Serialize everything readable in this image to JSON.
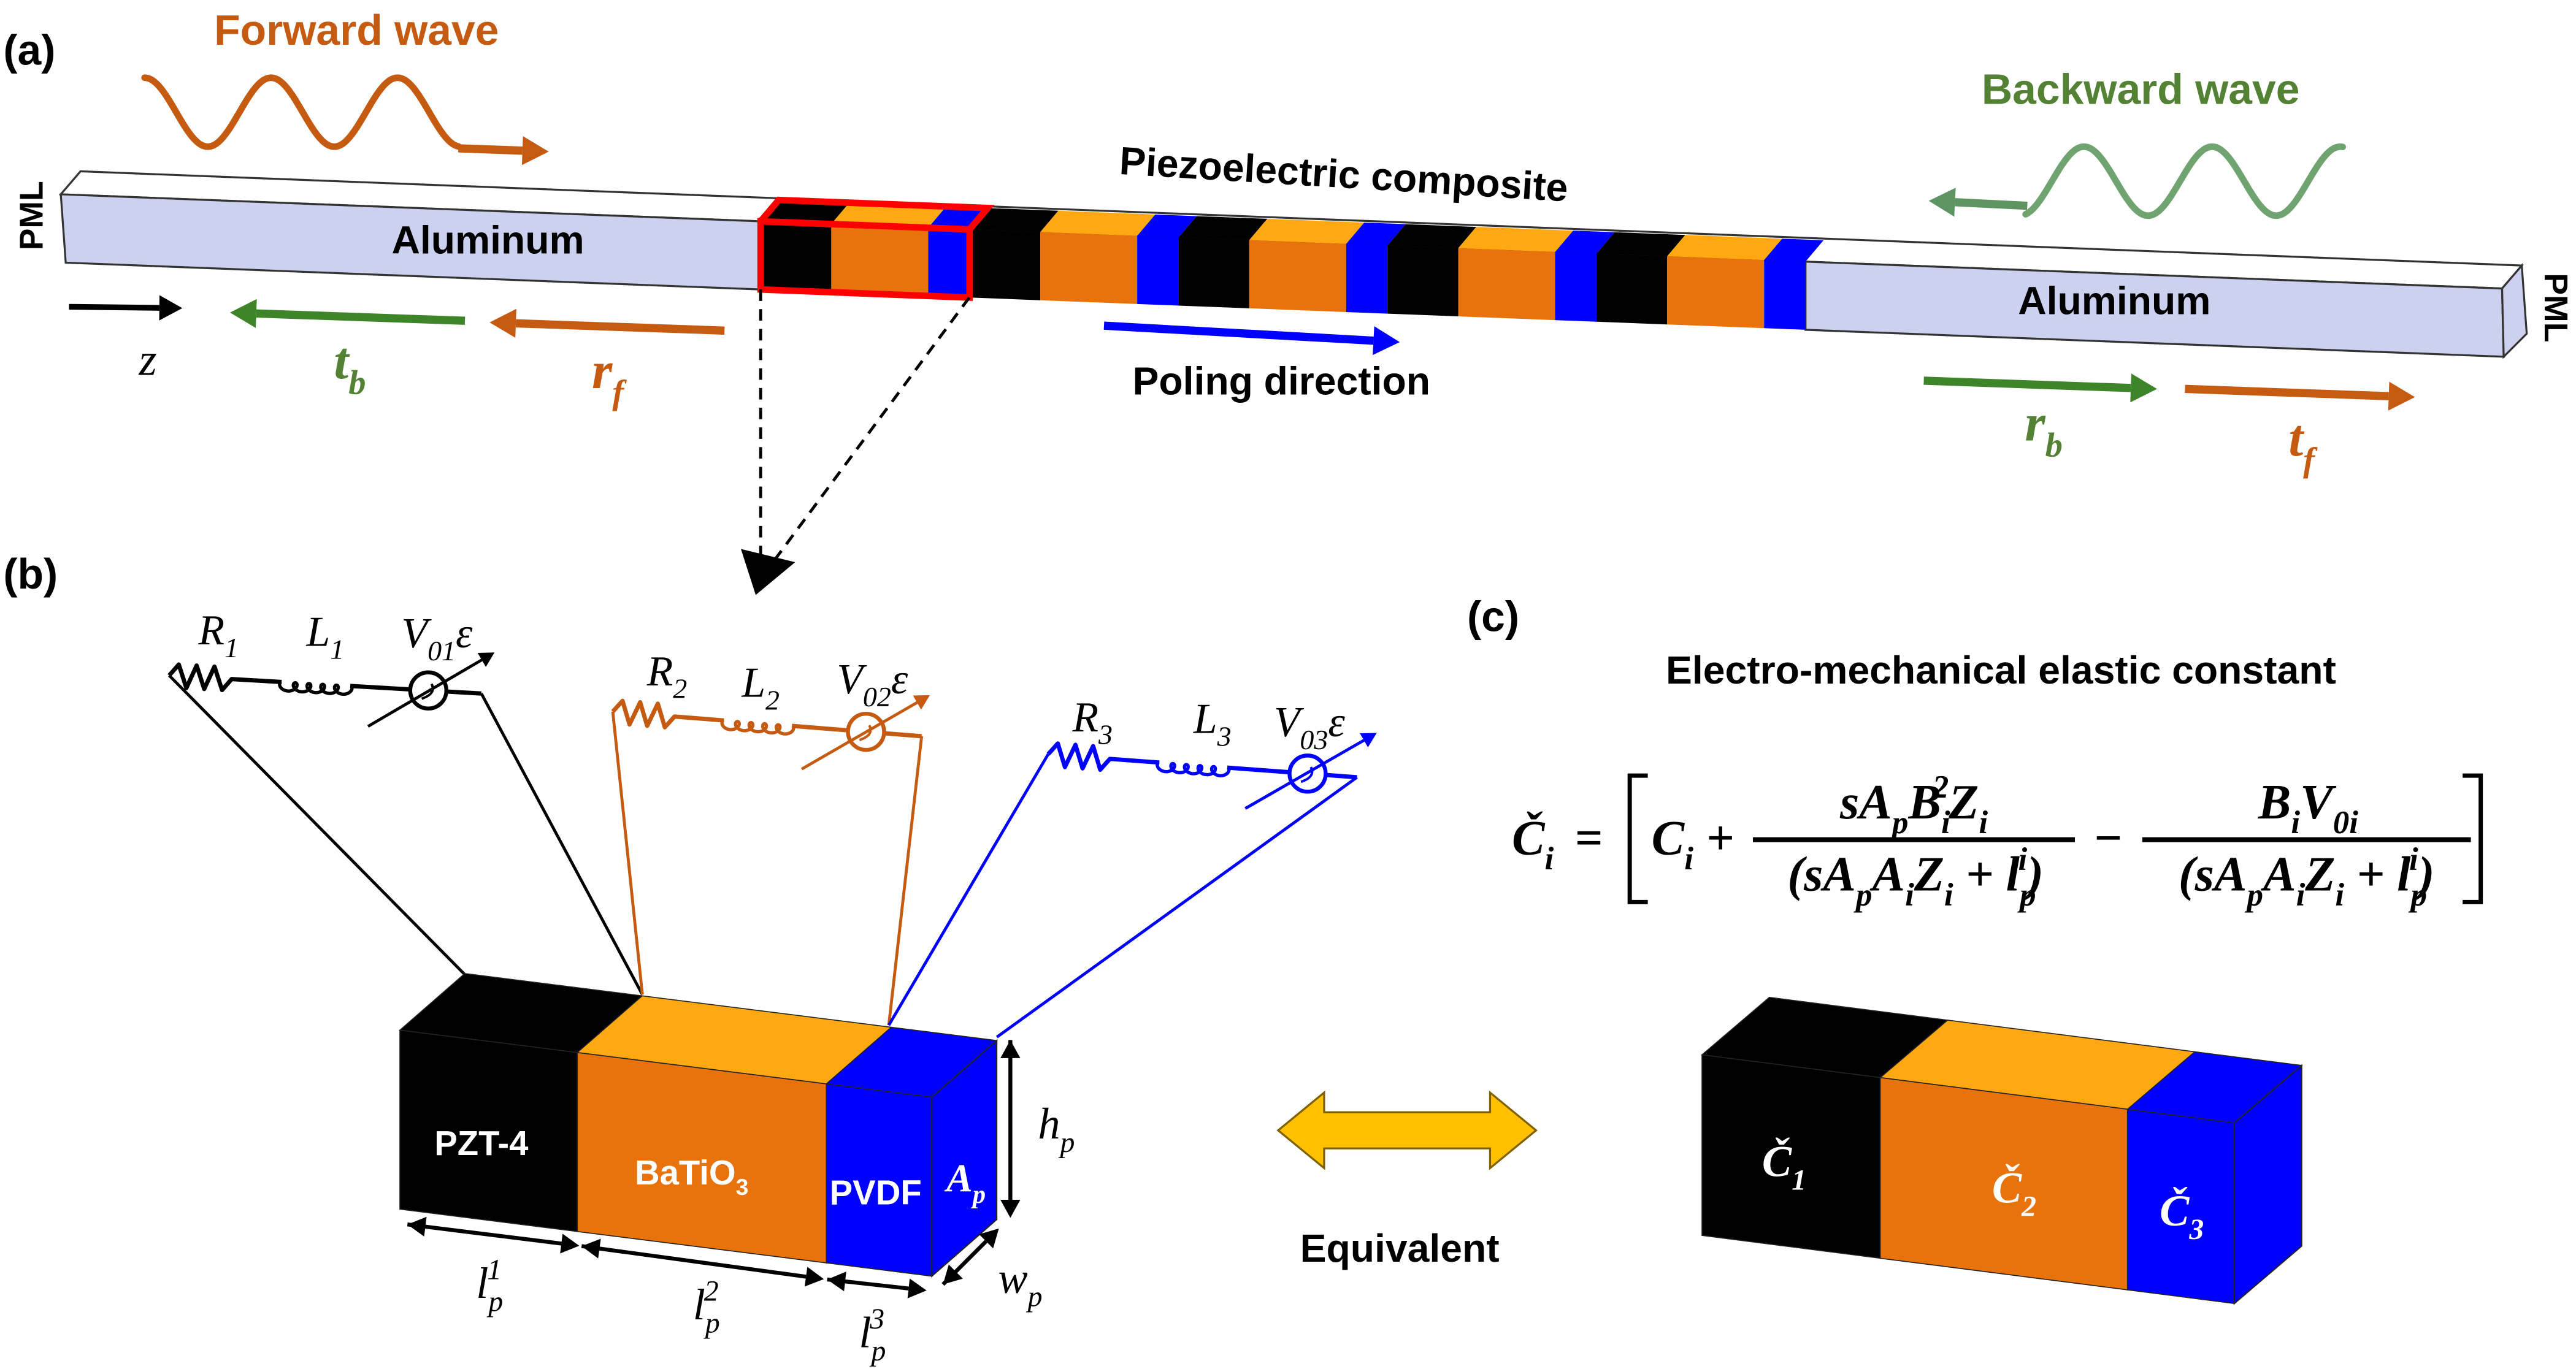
{
  "panel_labels": {
    "a": "(a)",
    "b": "(b)",
    "c": "(c)"
  },
  "panel_a": {
    "forward_wave": "Forward wave",
    "backward_wave": "Backward wave",
    "composite_label": "Piezoelectric composite",
    "aluminum_left": "Aluminum",
    "aluminum_right": "Aluminum",
    "pml_left": "PML",
    "pml_right": "PML",
    "axis_label": "z",
    "t_b": "t_{b}",
    "r_f": "r_{f}",
    "r_b": "r_{b}",
    "t_f": "t_{f}",
    "poling_direction": "Poling direction",
    "composite_cells": 5
  },
  "colors": {
    "forward": "#C55A11",
    "backward": "#548235",
    "backward_wave_line": "#6FA36F",
    "aluminum": "#CBD1EE",
    "highlight_box": "#FF0000",
    "poling": "#0000FF",
    "equivalent_arrow": "#FFC000"
  },
  "materials": [
    {
      "name": "PZT-4",
      "front": "#000000",
      "top": "#000000"
    },
    {
      "name": "BaTiO_{3}",
      "front": "#E8720C",
      "top": "#FFA812"
    },
    {
      "name": "PVDF",
      "front": "#0000FF",
      "top": "#0000FF"
    }
  ],
  "circuits": [
    {
      "R": "R_{1}",
      "L": "L_{1}",
      "V": "V_{01}ε",
      "color": "#000000"
    },
    {
      "R": "R_{2}",
      "L": "L_{2}",
      "V": "V_{02}ε",
      "color": "#C55A11"
    },
    {
      "R": "R_{3}",
      "L": "L_{3}",
      "V": "V_{03}ε",
      "color": "#0000FF"
    }
  ],
  "panel_b": {
    "area": "A_{p}",
    "height": "h_{p}",
    "width": "w_{p}",
    "lengths": [
      "l_{p}^{1}",
      "l_{p}^{2}",
      "l_{p}^{3}"
    ]
  },
  "equivalent": "Equivalent",
  "panel_c": {
    "title": "Electro-mechanical elastic constant",
    "equation": {
      "lhs": "Č_{i}",
      "equals": "=",
      "term1": "C_{i}",
      "plus": "+",
      "num1": "sA_{p}B_{i}^{2}Z_{i}",
      "den1": "(sA_{p}A_{i}Z_{i} + l_{p}^{i})",
      "minus": "−",
      "num2": "B_{i}V_{0i}",
      "den2": "(sA_{p}A_{i}Z_{i} + l_{p}^{i})"
    },
    "blocks": [
      "Č_{1}",
      "Č_{2}",
      "Č_{3}"
    ]
  }
}
